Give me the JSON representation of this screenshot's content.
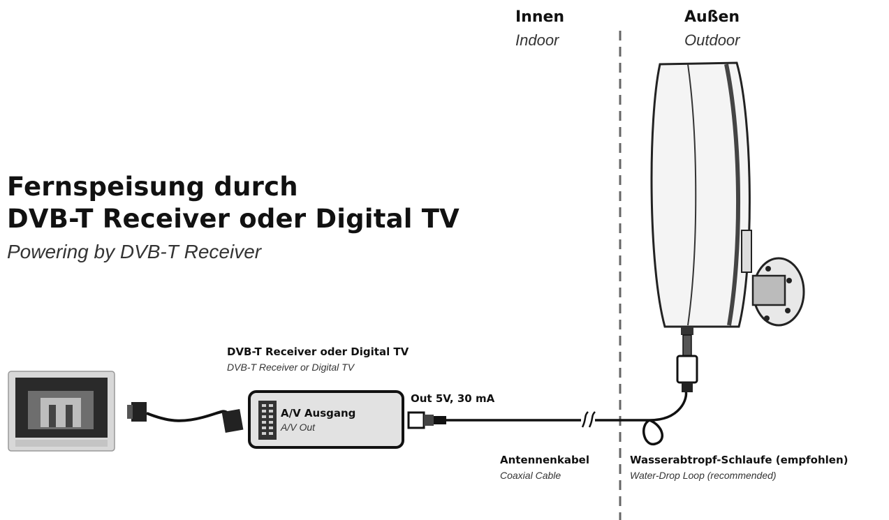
{
  "zones": {
    "indoor": {
      "title": "Innen",
      "subtitle": "Indoor"
    },
    "outdoor": {
      "title": "Außen",
      "subtitle": "Outdoor"
    }
  },
  "headline": {
    "line1": "Fernspeisung durch",
    "line2": "DVB-T Receiver oder Digital TV",
    "subtitle": "Powering by DVB-T Receiver"
  },
  "receiver": {
    "title": "DVB-T Receiver oder Digital TV",
    "subtitle": "DVB-T Receiver or Digital TV",
    "port_title": "A/V Ausgang",
    "port_subtitle": "A/V Out",
    "output": "Out 5V, 30 mA"
  },
  "cable": {
    "title": "Antennenkabel",
    "subtitle": "Coaxial Cable"
  },
  "loop": {
    "title": "Wasserabtropf-Schlaufe (empfohlen)",
    "subtitle": "Water-Drop Loop (recommended)"
  },
  "icons": {
    "tv": "television-icon",
    "scart": "scart-connector-icon",
    "receiver": "receiver-box-icon",
    "antenna": "outdoor-antenna-icon",
    "coax": "coax-plug-icon"
  }
}
